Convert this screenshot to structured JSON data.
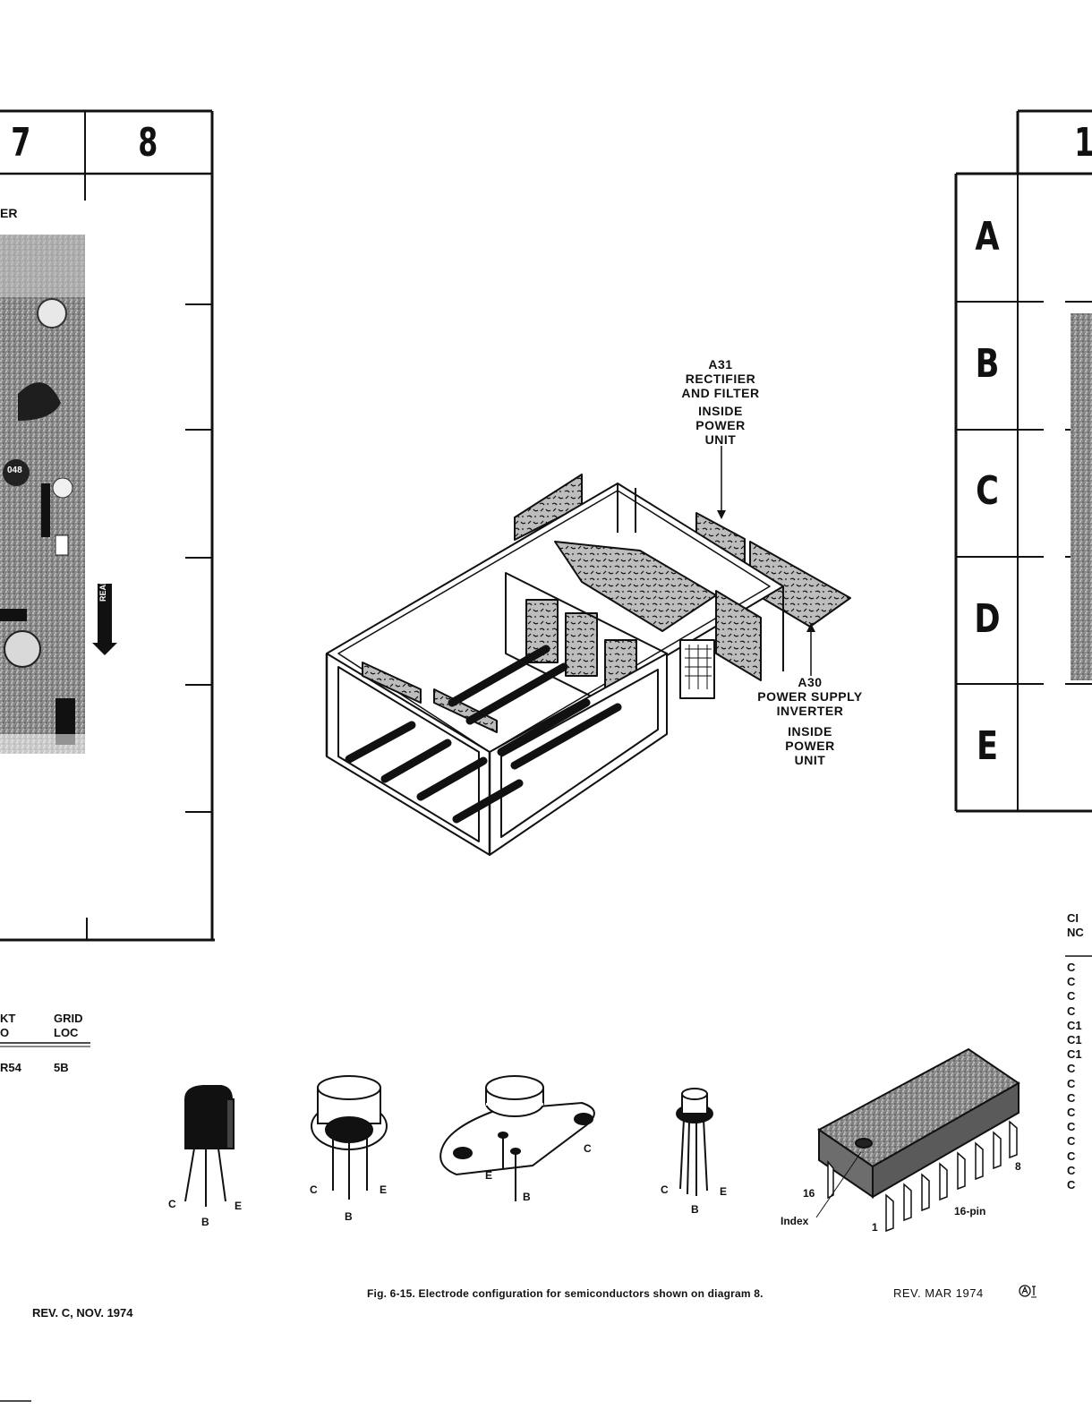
{
  "left_panel": {
    "col_7": "7",
    "col_8": "8",
    "partial_label": "ER",
    "photo_label_048": "048",
    "rear_arrow_label": "REAR"
  },
  "right_panel": {
    "col_partial": "1",
    "rows": [
      "A",
      "B",
      "C",
      "D",
      "E"
    ]
  },
  "partial_table_left": {
    "col1_header_line1": "KT",
    "col1_header_line2": "O",
    "col2_header_line1": "GRID",
    "col2_header_line2": "LOC",
    "row_ckt": "R54",
    "row_loc": "5B"
  },
  "partial_table_right": {
    "header_line1": "CI",
    "header_line2": "NC",
    "entries": [
      "C",
      "C",
      "C",
      "C",
      "C1",
      "C1",
      "C1",
      "C",
      "C",
      "C",
      "C",
      "C",
      "C",
      "C",
      "C",
      "C"
    ]
  },
  "callouts": {
    "a31": [
      "A31",
      "RECTIFIER",
      "AND FILTER"
    ],
    "a31_inside": [
      "INSIDE",
      "POWER",
      "UNIT"
    ],
    "a30": [
      "A30",
      "POWER SUPPLY",
      "INVERTER"
    ],
    "a30_inside": [
      "INSIDE",
      "POWER",
      "UNIT"
    ]
  },
  "semiconductors": {
    "to92": {
      "c": "C",
      "b": "B",
      "e": "E"
    },
    "to5": {
      "c": "C",
      "b": "B",
      "e": "E"
    },
    "to3": {
      "e": "E",
      "b": "B",
      "c": "C"
    },
    "to18": {
      "c": "C",
      "b": "B",
      "e": "E"
    },
    "dip": {
      "pin16": "16",
      "pin8": "8",
      "pin1": "1",
      "index": "Index",
      "name": "16-pin"
    }
  },
  "footer": {
    "caption": "Fig. 6-15. Electrode configuration for semiconductors shown on diagram 8.",
    "rev_right": "REV. MAR 1974",
    "left_rev": "REV. C, NOV. 1974"
  },
  "colors": {
    "ink": "#111111",
    "paper": "#ffffff",
    "photo_gray": "#9a9a9a"
  }
}
